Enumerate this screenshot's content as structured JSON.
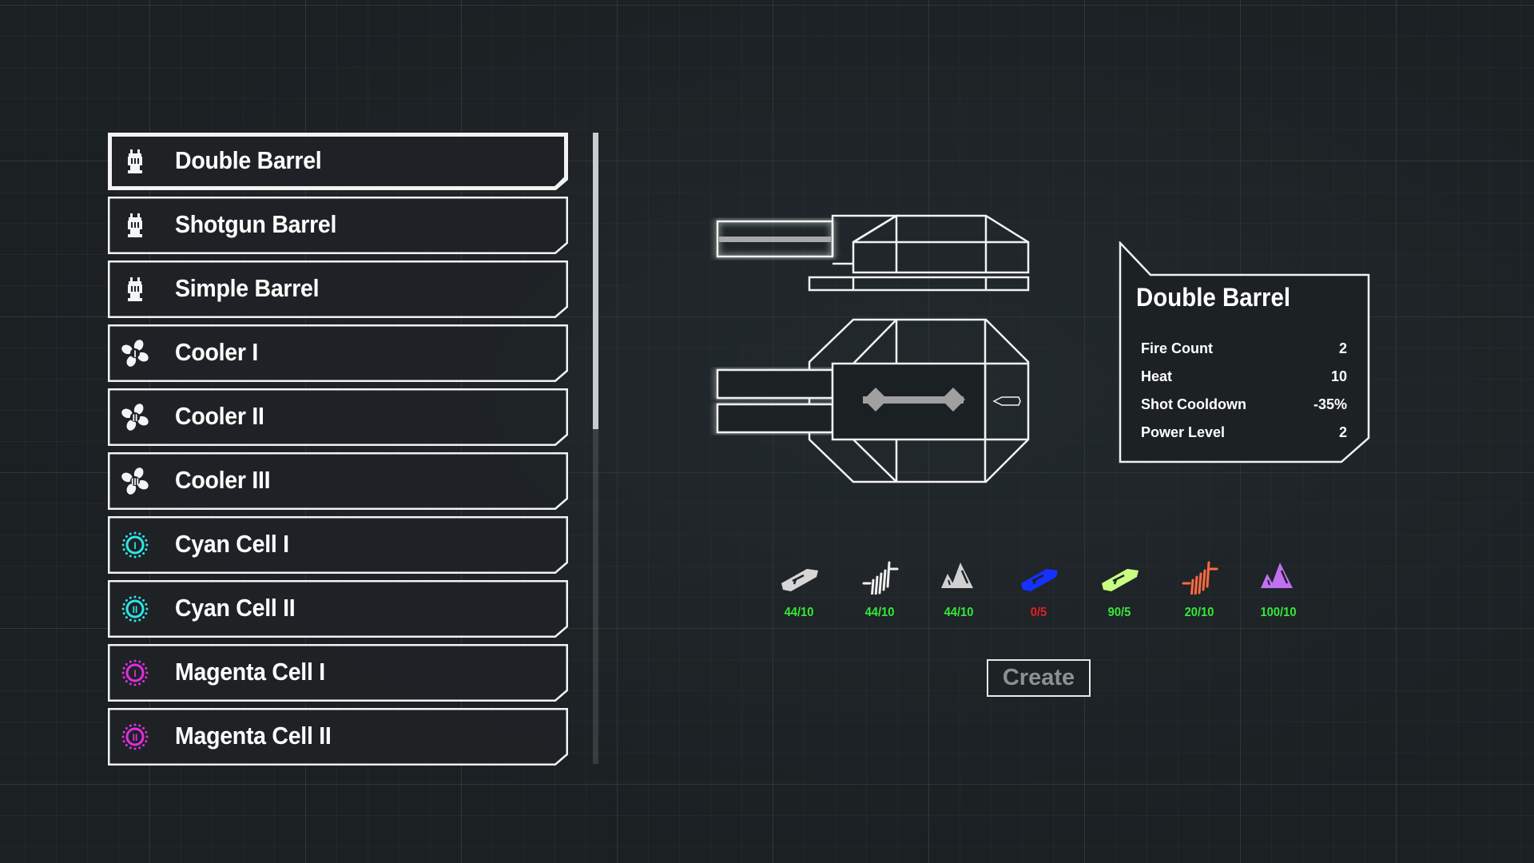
{
  "items": [
    {
      "label": "Double Barrel",
      "icon": "barrel-icon",
      "numeral": "",
      "selected": true
    },
    {
      "label": "Shotgun Barrel",
      "icon": "barrel-icon",
      "numeral": "",
      "selected": false
    },
    {
      "label": "Simple Barrel",
      "icon": "barrel-icon",
      "numeral": "",
      "selected": false
    },
    {
      "label": "Cooler I",
      "icon": "fan-icon",
      "numeral": "I",
      "selected": false
    },
    {
      "label": "Cooler II",
      "icon": "fan-icon",
      "numeral": "II",
      "selected": false
    },
    {
      "label": "Cooler III",
      "icon": "fan-icon",
      "numeral": "III",
      "selected": false
    },
    {
      "label": "Cyan Cell I",
      "icon": "cell-icon",
      "numeral": "I",
      "color": "#2ee6e6",
      "selected": false
    },
    {
      "label": "Cyan Cell II",
      "icon": "cell-icon",
      "numeral": "II",
      "color": "#2ee6e6",
      "selected": false
    },
    {
      "label": "Magenta Cell I",
      "icon": "cell-icon",
      "numeral": "I",
      "color": "#e02ee0",
      "selected": false
    },
    {
      "label": "Magenta Cell II",
      "icon": "cell-icon",
      "numeral": "II",
      "color": "#e02ee0",
      "selected": false
    }
  ],
  "scroll_fraction": 0.47,
  "details": {
    "title": "Double Barrel",
    "stats": [
      {
        "name": "Fire Count",
        "value": "2"
      },
      {
        "name": "Heat",
        "value": "10"
      },
      {
        "name": "Shot Cooldown",
        "value": "-35%"
      },
      {
        "name": "Power Level",
        "value": "2"
      }
    ]
  },
  "resources": [
    {
      "icon": "ingot-icon",
      "color": "#d6d6d6",
      "amount": "44/10",
      "ok": true
    },
    {
      "icon": "wire-icon",
      "color": "#f0f0f0",
      "amount": "44/10",
      "ok": true
    },
    {
      "icon": "crystal-icon",
      "color": "#d0d0d0",
      "amount": "44/10",
      "ok": true
    },
    {
      "icon": "ingot-icon",
      "color": "#1530ff",
      "amount": "0/5",
      "ok": false
    },
    {
      "icon": "ingot-icon",
      "color": "#c8ff80",
      "amount": "90/5",
      "ok": true
    },
    {
      "icon": "wire-icon",
      "color": "#ff6a40",
      "amount": "20/10",
      "ok": true
    },
    {
      "icon": "crystal-icon",
      "color": "#c070f0",
      "amount": "100/10",
      "ok": true
    }
  ],
  "colors": {
    "ok": "#36e83a",
    "missing": "#e02020"
  },
  "create_label": "Create"
}
